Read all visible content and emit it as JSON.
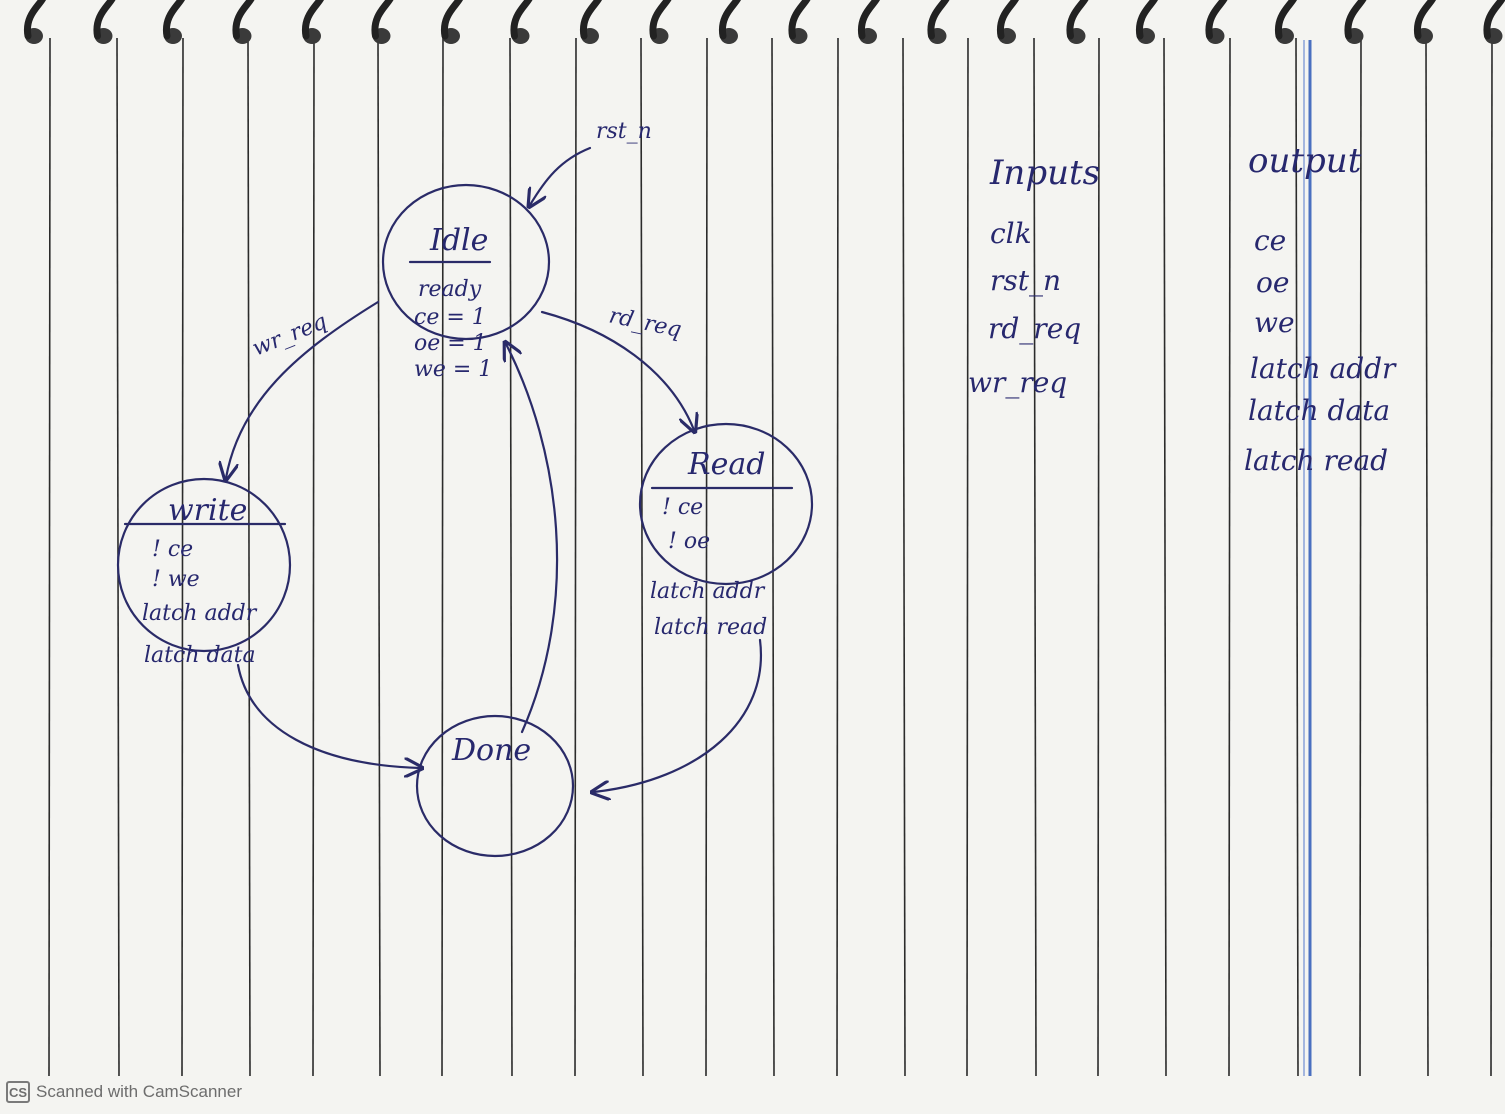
{
  "diagram": {
    "reset_label": "rst_n",
    "states": {
      "idle": {
        "title": "Idle",
        "lines": [
          "ready",
          "ce = 1",
          "oe = 1",
          "we = 1"
        ]
      },
      "write": {
        "title": "write",
        "lines": [
          "! ce",
          "! we",
          "latch addr",
          "latch data"
        ]
      },
      "read": {
        "title": "Read",
        "lines": [
          "! ce",
          "! oe",
          "latch addr",
          "latch read"
        ]
      },
      "done": {
        "title": "Done"
      }
    },
    "edges": {
      "idle_to_write": "wr_req",
      "idle_to_read": "rd_req"
    }
  },
  "inputs": {
    "heading": "Inputs",
    "items": [
      "clk",
      "rst_n",
      "rd_req",
      "wr_req"
    ]
  },
  "outputs": {
    "heading": "output",
    "items": [
      "ce",
      "oe",
      "we",
      "latch addr",
      "latch data",
      "latch read"
    ]
  },
  "footer": {
    "logo_text": "CS",
    "text": "Scanned with CamScanner"
  },
  "colors": {
    "ink": "#27286e",
    "paper_line": "#2b2b2b",
    "margin_line": "#4a6fc0"
  }
}
